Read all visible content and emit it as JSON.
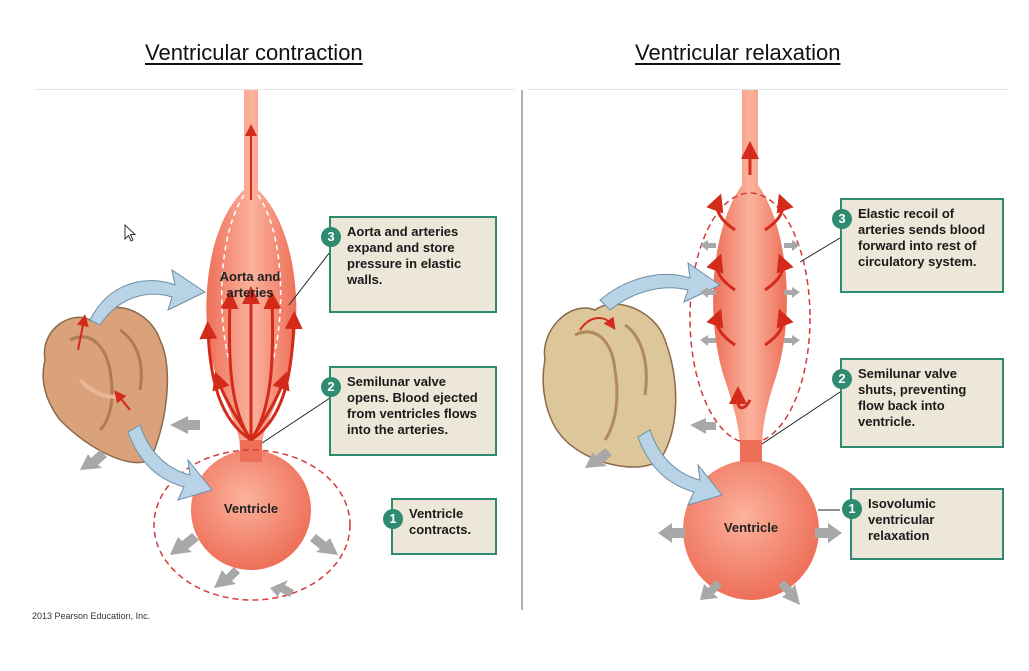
{
  "titles": {
    "left": "Ventricular contraction",
    "right": "Ventricular relaxation"
  },
  "labels": {
    "aorta_left": [
      "Aorta and",
      "arteries"
    ],
    "ventricle_left": "Ventricle",
    "ventricle_right": "Ventricle"
  },
  "left_callouts": [
    {
      "num": "3",
      "text": "Aorta and arteries expand and store pressure in elastic walls."
    },
    {
      "num": "2",
      "text": "Semilunar valve opens. Blood ejected from ventricles flows into the arteries."
    },
    {
      "num": "1",
      "text": "Ventricle contracts."
    }
  ],
  "right_callouts": [
    {
      "num": "3",
      "text": "Elastic recoil of arteries sends blood forward into rest of circulatory system."
    },
    {
      "num": "2",
      "text": "Semilunar valve shuts, preventing flow back into ventricle."
    },
    {
      "num": "1",
      "text": "Isovolumic ventricular relaxation"
    }
  ],
  "credit": "2013 Pearson Education, Inc.",
  "colors": {
    "vessel": "#f2826b",
    "vessel_light": "#f9b3a0",
    "arrow_red": "#d42a1a",
    "callout_border": "#2e8b6f",
    "callout_bg": "#ece7d8",
    "grey_arrow": "#a8a8a8",
    "big_arrow": "#b8d3e6",
    "dashed": "#d23b3b"
  },
  "icons": [
    "cursor-icon",
    "heart-icon",
    "grey-arrow-icon",
    "blue-arrow-icon",
    "red-flow-arrow-icon"
  ]
}
